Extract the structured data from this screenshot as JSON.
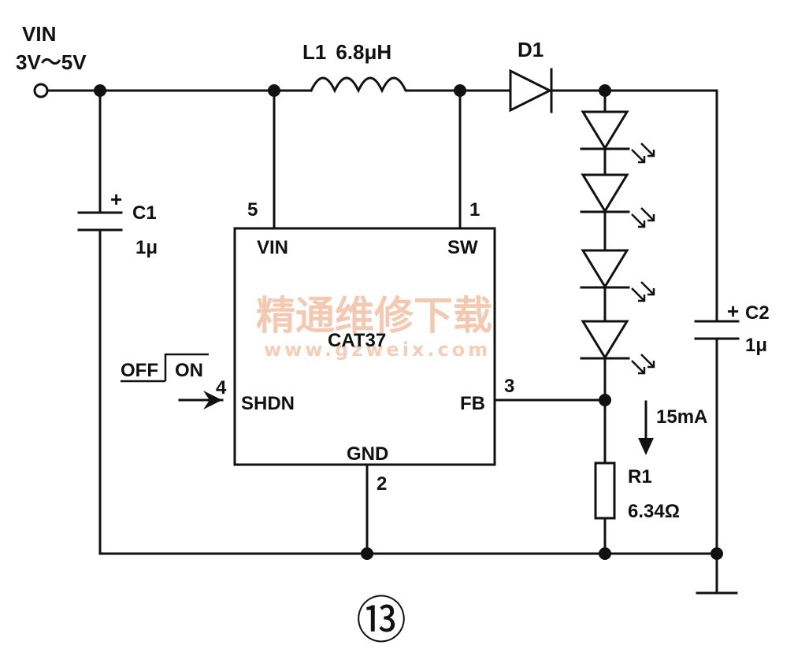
{
  "input": {
    "label": "VIN",
    "range": "3V～5V"
  },
  "inductor": {
    "ref": "L1",
    "value": "6.8μH"
  },
  "diode": {
    "ref": "D1"
  },
  "c1": {
    "ref": "C1",
    "value": "1μ",
    "polarity": "+"
  },
  "c2": {
    "ref": "C2",
    "value": "1μ",
    "polarity": "+"
  },
  "r1": {
    "ref": "R1",
    "value": "6.34Ω"
  },
  "current": {
    "label": "15mA"
  },
  "ic": {
    "name": "CAT37",
    "pins": {
      "vin": {
        "number": "5",
        "name": "VIN"
      },
      "sw": {
        "number": "1",
        "name": "SW"
      },
      "shdn": {
        "number": "4",
        "name": "SHDN"
      },
      "fb": {
        "number": "3",
        "name": "FB"
      },
      "gnd": {
        "number": "2",
        "name": "GND"
      }
    }
  },
  "shutdown": {
    "off": "OFF",
    "on": "ON"
  },
  "watermark": {
    "cn": "精通维修下载",
    "url": "www.gzweix.com"
  },
  "figure_number": "⑬",
  "led_count": 4
}
